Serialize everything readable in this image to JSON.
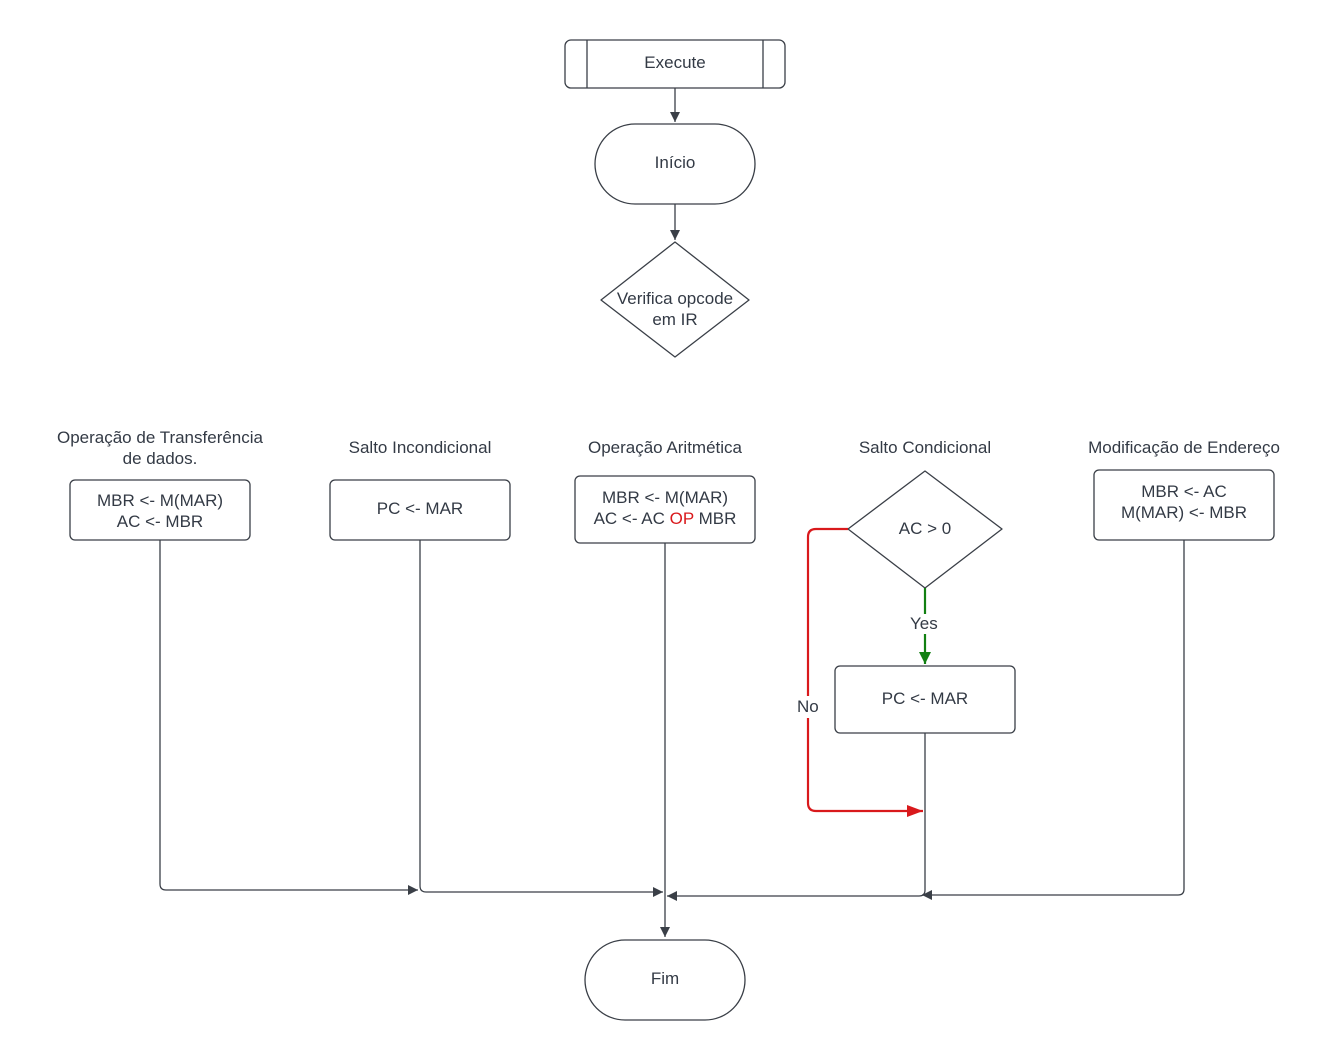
{
  "nodes": {
    "execute": "Execute",
    "inicio": "Início",
    "verifica_line1": "Verifica opcode",
    "verifica_line2": "em IR",
    "transfer_line1": "MBR <- M(MAR)",
    "transfer_line2": "AC <- MBR",
    "salto_inc": "PC <- MAR",
    "arit_line1": "MBR <- M(MAR)",
    "arit_line2_a": "AC <- AC ",
    "arit_line2_op": "OP",
    "arit_line2_b": " MBR",
    "cond": "AC > 0",
    "salto_cond_action": "PC <- MAR",
    "mod_line1": "MBR <- AC",
    "mod_line2": "M(MAR) <- MBR",
    "fim": "Fim"
  },
  "headers": {
    "transfer_line1": "Operação de Transferência",
    "transfer_line2": "de dados.",
    "salto_inc": "Salto Incondicional",
    "arit": "Operação Aritmética",
    "salto_cond": "Salto Condicional",
    "mod": "Modificação de Endereço"
  },
  "edge_labels": {
    "yes": "Yes",
    "no": "No"
  },
  "colors": {
    "yes": "#128012",
    "no": "#d9191c",
    "op_highlight": "#d9191c",
    "stroke": "#3a3f47"
  }
}
